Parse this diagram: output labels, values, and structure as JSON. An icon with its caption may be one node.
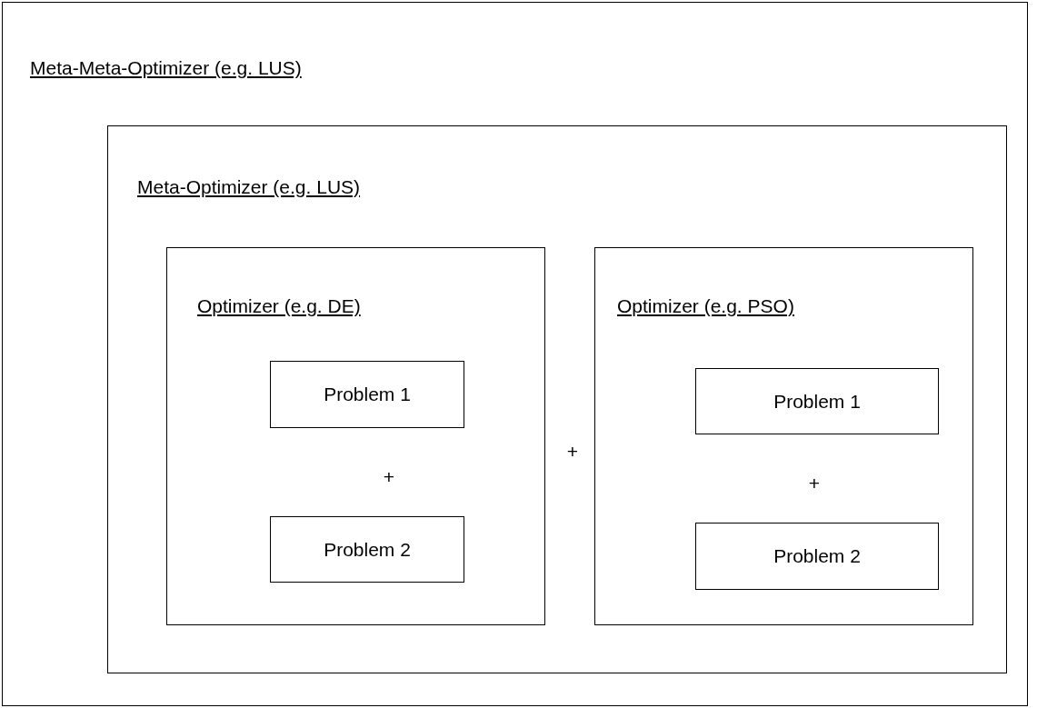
{
  "diagram": {
    "nodes": [
      {
        "text": [
          "Meta-Meta-Optimizer (e.g. LUS)"
        ]
      },
      {
        "text": [
          "Meta-Optimizer (e.g. LUS)"
        ],
        "in": 0
      },
      {
        "text": [
          "Optimizer (e.g. DE)"
        ],
        "in": 1
      },
      {
        "text": [
          "Problem 1"
        ],
        "in": 2
      },
      {
        "text": [
          "Problem 2"
        ],
        "in": 2
      },
      {
        "text": [
          "Optimizer (e.g. PSO)"
        ],
        "in": 1
      },
      {
        "text": [
          "Problem 1"
        ],
        "in": 5
      },
      {
        "text": [
          "Problem 2"
        ],
        "in": 5
      }
    ],
    "labels": [
      "+",
      "+",
      "+"
    ]
  }
}
